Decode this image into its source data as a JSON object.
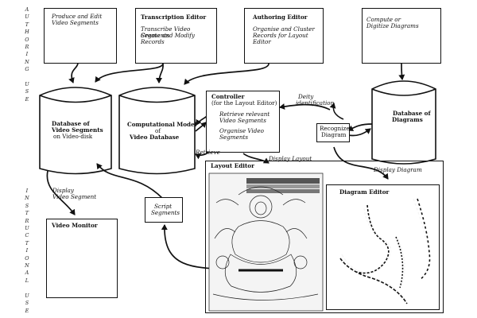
{
  "side_labels": {
    "top": "AUTHORING USE",
    "bottom": "INSTRUCTIONAL USE"
  },
  "boxes": {
    "produce": {
      "line1": "Produce and Edit",
      "line2": "Video Segments"
    },
    "transcription": {
      "title": "Transcription Editor",
      "line1": "Transcribe Video Segments",
      "line2": "Create and Modify Records"
    },
    "authoring": {
      "title": "Authoring Editor",
      "line1": "Organise and Cluster",
      "line2": "Records for Layout Editor"
    },
    "compute": {
      "line1": "Compute or",
      "line2": "Digitize Diagrams"
    },
    "controller": {
      "title1": "Controller",
      "title2": "(for the Layout Editor)",
      "item1a": "Retrieve relevant",
      "item1b": "Video Segments",
      "item2a": "Organise Video",
      "item2b": "Segments"
    },
    "recognize": {
      "line1": "Recognize",
      "line2": "Diagram"
    },
    "script": {
      "line1": "Script",
      "line2": "Segments"
    },
    "video_monitor": {
      "title": "Video Monitor"
    },
    "layout_editor": {
      "title": "Layout Editor"
    },
    "diagram_editor": {
      "title": "Diagram Editor"
    }
  },
  "databases": {
    "video_segments": {
      "line1": "Database of",
      "line2": "Video Segments",
      "line3": "on Video-disk"
    },
    "computational": {
      "line1": "Computational Model",
      "line2": "of",
      "line3": "Video Database"
    },
    "diagrams": {
      "line1": "Database of",
      "line2": "Diagrams"
    }
  },
  "arrow_labels": {
    "deity_identification": {
      "line1": "Deity",
      "line2": "identification"
    },
    "retrieve": "Retrieve",
    "display_layout": "Display Layout",
    "display_diagram": "Display Diagram",
    "display_video_segment": {
      "line1": "Display",
      "line2": "Video Segment"
    }
  }
}
